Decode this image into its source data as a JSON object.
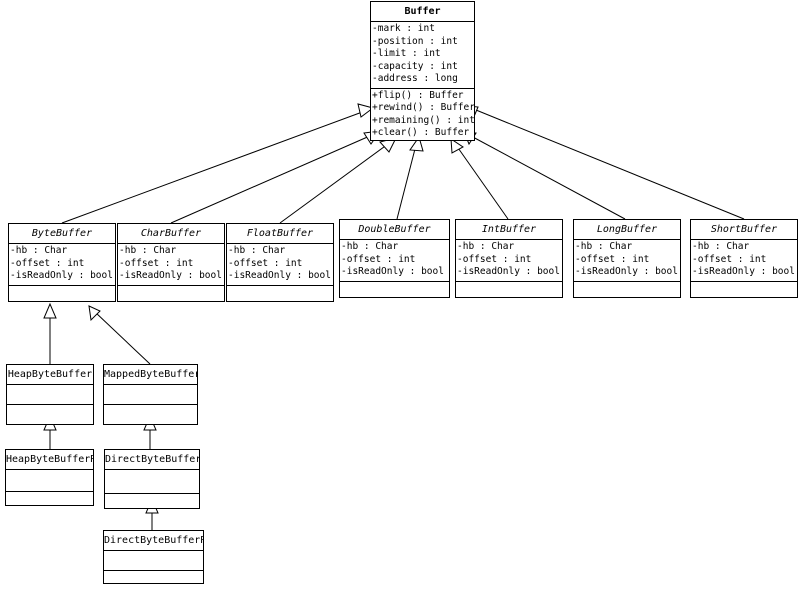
{
  "classes": {
    "buffer": {
      "name": "Buffer",
      "attributes": [
        "-mark : int",
        "-position : int",
        "-limit : int",
        "-capacity : int",
        "-address : long"
      ],
      "operations": [
        "+flip() : Buffer",
        "+rewind() : Buffer",
        "+remaining() : int",
        "+clear() : Buffer"
      ]
    },
    "byte_buffer": {
      "name": "ByteBuffer",
      "attributes": [
        "-hb : Char",
        "-offset : int",
        "-isReadOnly : bool"
      ]
    },
    "char_buffer": {
      "name": "CharBuffer",
      "attributes": [
        "-hb : Char",
        "-offset : int",
        "-isReadOnly : bool"
      ]
    },
    "float_buffer": {
      "name": "FloatBuffer",
      "attributes": [
        "-hb : Char",
        "-offset : int",
        "-isReadOnly : bool"
      ]
    },
    "double_buffer": {
      "name": "DoubleBuffer",
      "attributes": [
        "-hb : Char",
        "-offset : int",
        "-isReadOnly : bool"
      ]
    },
    "int_buffer": {
      "name": "IntBuffer",
      "attributes": [
        "-hb : Char",
        "-offset : int",
        "-isReadOnly : bool"
      ]
    },
    "long_buffer": {
      "name": "LongBuffer",
      "attributes": [
        "-hb : Char",
        "-offset : int",
        "-isReadOnly : bool"
      ]
    },
    "short_buffer": {
      "name": "ShortBuffer",
      "attributes": [
        "-hb : Char",
        "-offset : int",
        "-isReadOnly : bool"
      ]
    },
    "heap_byte_buffer": {
      "name": "HeapByteBuffer"
    },
    "mapped_byte_buffer": {
      "name": "MappedByteBuffer"
    },
    "heap_byte_buffer_r": {
      "name": "HeapByteBufferR"
    },
    "direct_byte_buffer": {
      "name": "DirectByteBuffer"
    },
    "direct_byte_buffer_r": {
      "name": "DirectByteBufferR"
    }
  },
  "style": {
    "line_color": "#000000",
    "background": "#ffffff"
  }
}
